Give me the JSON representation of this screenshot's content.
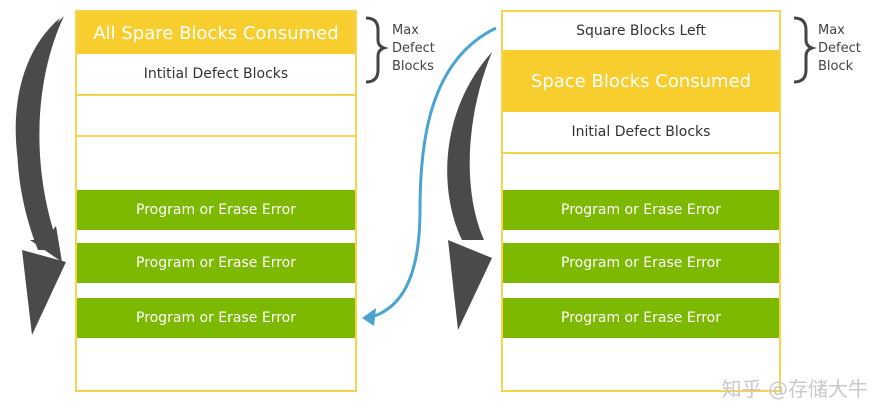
{
  "left_stack": {
    "top_label": "All Spare Blocks Consumed",
    "initial_label": "Intitial Defect Blocks",
    "error_labels": [
      "Program or Erase Error",
      "Program or Erase Error",
      "Program or Erase Error"
    ]
  },
  "right_stack": {
    "top_label": "Square Blocks Left",
    "consumed_label": "Space Blocks Consumed",
    "initial_label": "Initial Defect Blocks",
    "error_labels": [
      "Program or Erase Error",
      "Program or Erase Error",
      "Program or Erase Error"
    ]
  },
  "left_brace_label": [
    "Max",
    "Defect",
    "Blocks"
  ],
  "right_brace_label": [
    "Max",
    "Defect",
    "Block"
  ],
  "watermark": "知乎 @存储大牛",
  "colors": {
    "yellow": "#f8cd2e",
    "green": "#7cb900",
    "border": "#f6d44f",
    "arrow_dark": "#4a4a4a",
    "arrow_blue": "#4aa3d0"
  }
}
